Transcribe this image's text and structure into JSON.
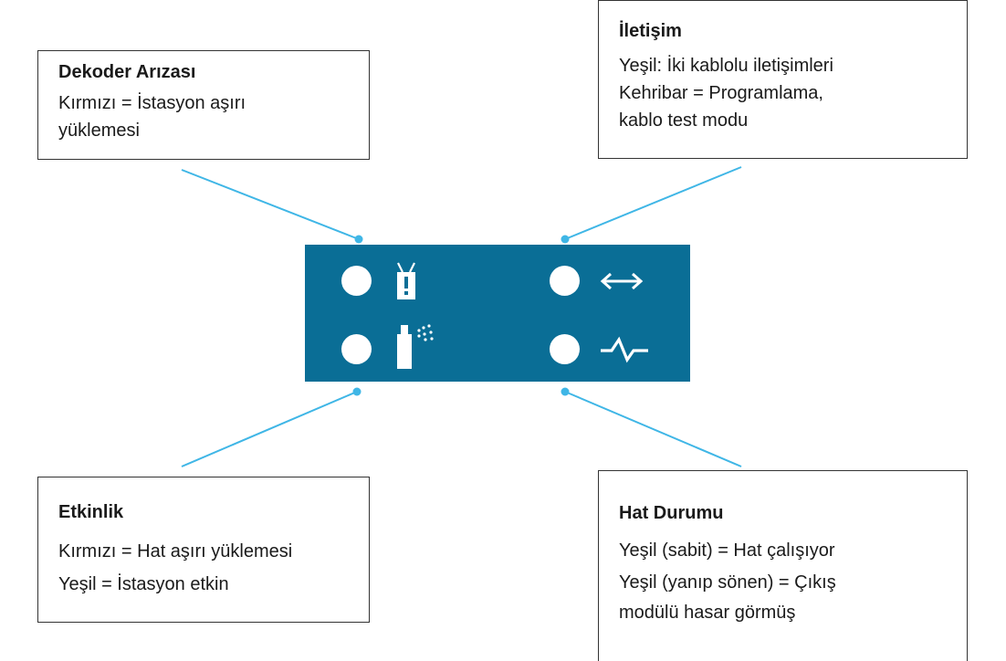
{
  "callouts": {
    "dekoder": {
      "title": "Dekoder Arızası",
      "lines": [
        "Kırmızı = İstasyon aşırı",
        "yüklemesi"
      ]
    },
    "iletisim": {
      "title": "İletişim",
      "lines": [
        "Yeşil: İki kablolu iletişimleri",
        "Kehribar = Programlama,",
        "kablo test modu"
      ]
    },
    "etkinlik": {
      "title": "Etkinlik",
      "lines": [
        "Kırmızı = Hat aşırı yüklemesi",
        "Yeşil = İstasyon etkin"
      ]
    },
    "hat": {
      "title": "Hat Durumu",
      "lines": [
        "Yeşil (sabit) = Hat çalışıyor",
        "Yeşil (yanıp sönen) = Çıkış",
        "modülü hasar görmüş"
      ]
    }
  },
  "panel": {
    "icons": [
      "decoder-fault-icon",
      "communication-arrows-icon",
      "sprinkler-activity-icon",
      "line-pulse-icon"
    ]
  },
  "colors": {
    "panel": "#0a6e96",
    "connector": "#3fb6e6",
    "led": "#ffffff",
    "box_border": "#333333"
  }
}
